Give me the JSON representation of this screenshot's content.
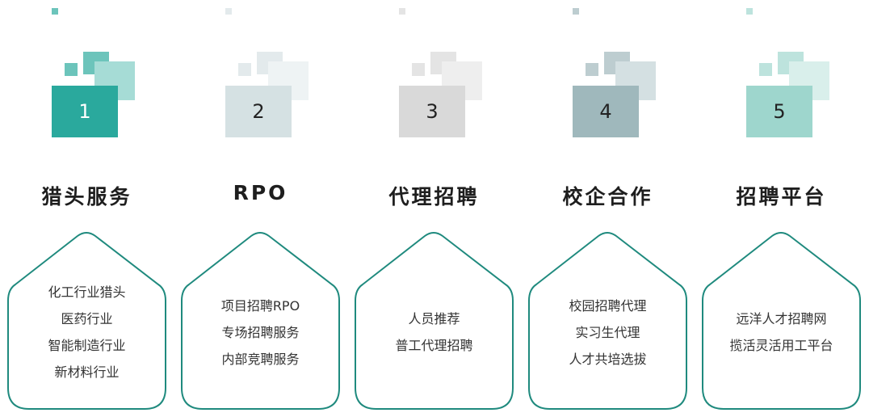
{
  "accent": "#1f8a7e",
  "cards": [
    {
      "number": "1",
      "title": "猎头服务",
      "items": [
        "化工行业猎头",
        "医药行业",
        "智能制造行业",
        "新材料行业"
      ],
      "colors": {
        "main": "#2aa99d",
        "secondary": "#6cc4bb",
        "light": "#a6dcd6",
        "text": "#ffffff"
      }
    },
    {
      "number": "2",
      "title": "RPO",
      "items": [
        "项目招聘RPO",
        "专场招聘服务",
        "内部竞聘服务"
      ],
      "colors": {
        "main": "#d5e1e3",
        "secondary": "#e3eaec",
        "light": "#eef3f4",
        "text": "#222222"
      }
    },
    {
      "number": "3",
      "title": "代理招聘",
      "items": [
        "人员推荐",
        "普工代理招聘"
      ],
      "colors": {
        "main": "#d9d9d9",
        "secondary": "#e4e4e4",
        "light": "#eeeeee",
        "text": "#222222"
      }
    },
    {
      "number": "4",
      "title": "校企合作",
      "items": [
        "校园招聘代理",
        "实习生代理",
        "人才共培选拔"
      ],
      "colors": {
        "main": "#9fb8bc",
        "secondary": "#bdcdd0",
        "light": "#d4e0e2",
        "text": "#222222"
      }
    },
    {
      "number": "5",
      "title": "招聘平台",
      "items": [
        "远洋人才招聘网",
        "揽活灵活用工平台"
      ],
      "colors": {
        "main": "#9ed6cd",
        "secondary": "#bde3dd",
        "light": "#d9efeb",
        "text": "#222222"
      }
    }
  ]
}
